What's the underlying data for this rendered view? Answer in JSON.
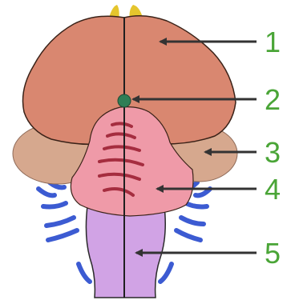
{
  "colors": {
    "background": "#ffffff",
    "cerebrum": "#d98770",
    "cerebrum_outline": "#3a2218",
    "dot": "#2f7e56",
    "cerebellum": "#d6a88e",
    "vermis": "#ef9aa8",
    "ridges": "#a52d3f",
    "stem": "#d1a3e5",
    "nerves": "#3c5bd2",
    "olfactory": "#e5c52d",
    "arrows": "#333333",
    "labels": "#4aa537"
  },
  "callouts": [
    {
      "label": "1"
    },
    {
      "label": "2"
    },
    {
      "label": "3"
    },
    {
      "label": "4"
    },
    {
      "label": "5"
    }
  ]
}
